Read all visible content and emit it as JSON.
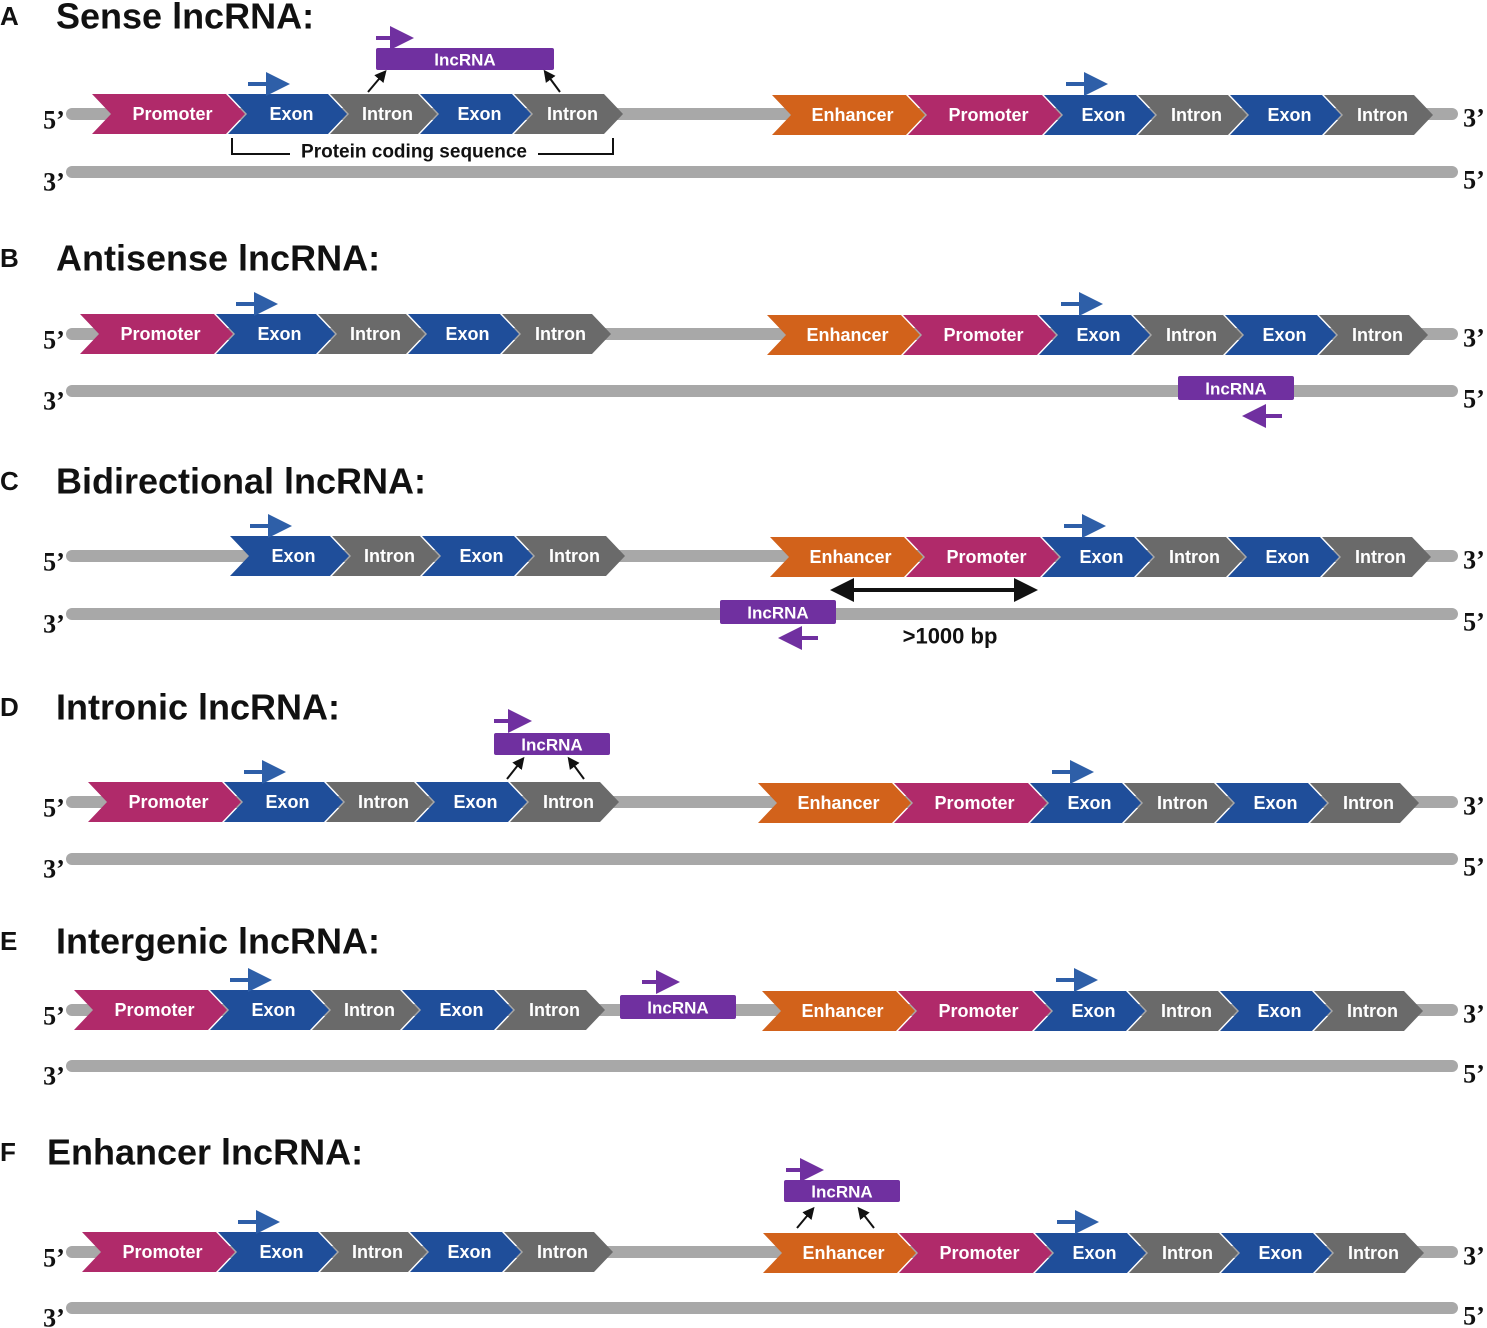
{
  "colors": {
    "promoter": "#b02a6a",
    "exon": "#1f4e9a",
    "intron": "#6a6a6a",
    "enhancer": "#d2621b",
    "lncrna": "#7030a0",
    "strand": "#a8a8a8",
    "exon_arrow": "#2e5fa8",
    "lncrna_arrow": "#7030a0"
  },
  "labels": {
    "promoter": "Promoter",
    "exon": "Exon",
    "intron": "Intron",
    "enhancer": "Enhancer",
    "lncrna": "lncRNA",
    "five_prime": "5’",
    "three_prime": "3’",
    "protein_coding": "Protein coding sequence",
    "distance": ">1000 bp"
  },
  "panels": [
    {
      "letter": "A",
      "title": "Sense lncRNA:"
    },
    {
      "letter": "B",
      "title": "Antisense lncRNA:"
    },
    {
      "letter": "C",
      "title": "Bidirectional lncRNA:"
    },
    {
      "letter": "D",
      "title": "Intronic lncRNA:"
    },
    {
      "letter": "E",
      "title": "Intergenic lncRNA:"
    },
    {
      "letter": "F",
      "title": "Enhancer lncRNA:"
    }
  ]
}
